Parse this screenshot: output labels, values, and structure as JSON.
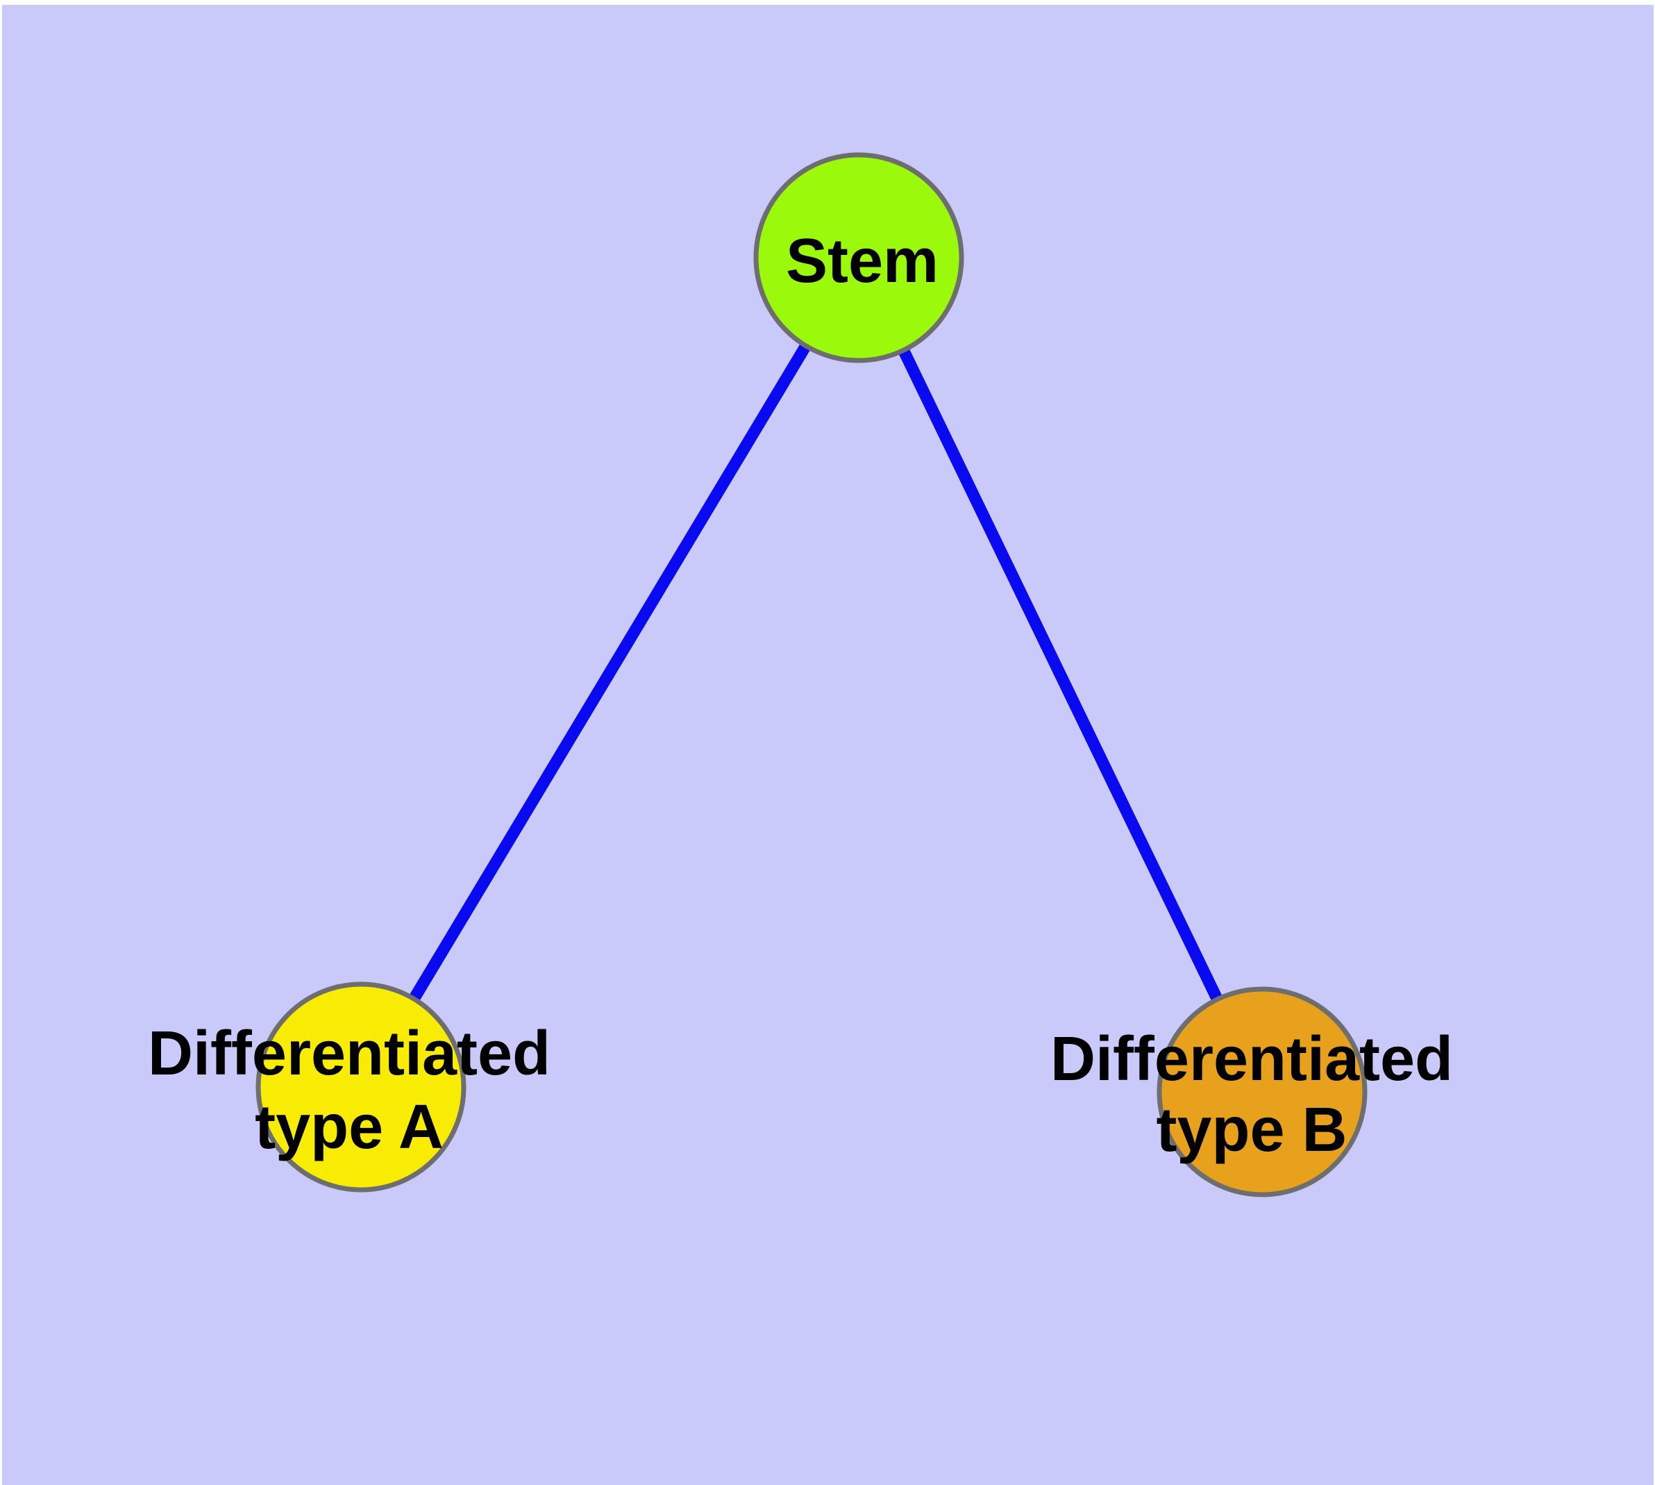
{
  "diagram": {
    "description": "Stem cell differentiation network graph",
    "background_color": "#c9c9fa",
    "page_margin_color": "#ffffff",
    "node_border_color": "#6e6e6e",
    "edge_color": "#0a0af0",
    "label_color": "#000000",
    "nodes": [
      {
        "id": "stem",
        "label": "Stem",
        "fill": "#9bfa0b"
      },
      {
        "id": "diff-a",
        "label_line1": "Differentiated",
        "label_line2": "type A",
        "fill": "#f8ec04"
      },
      {
        "id": "diff-b",
        "label_line1": "Differentiated",
        "label_line2": "type B",
        "fill": "#e8a11d"
      }
    ],
    "edges": [
      {
        "from": "stem",
        "to": "diff-a"
      },
      {
        "from": "stem",
        "to": "diff-b"
      }
    ]
  }
}
